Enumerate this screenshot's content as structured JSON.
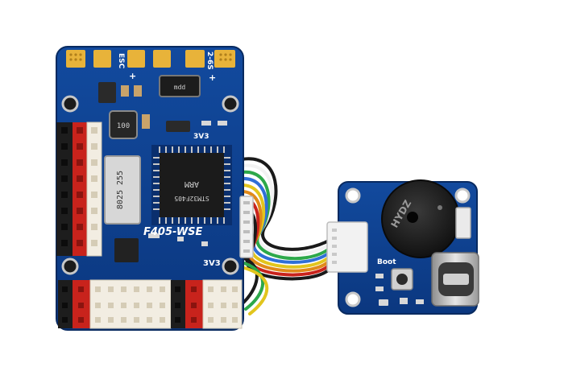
{
  "board_main": {
    "model_label": "F405-WSE",
    "rail_label": "3V3",
    "rail_label_top": "3V3",
    "esc_label": "ESC",
    "esc_sign": "+",
    "batt_label": "2-6S",
    "batt_sign": "+",
    "mcu": {
      "brand": "ARM",
      "part": "STM32F405"
    },
    "baro_text": "8025 255",
    "inductor_text": "100",
    "fet_text": "mdd"
  },
  "board_usb": {
    "buzzer_text": "HYDZ",
    "boot_label": "Boot"
  },
  "colors": {
    "pcb_blue": "#0d3f8f",
    "pcb_dark": "#0a2f6e",
    "pad_gold": "#e8b33a",
    "header_red": "#c8231c",
    "header_white": "#f2ede2",
    "header_black": "#1d1d1d"
  }
}
